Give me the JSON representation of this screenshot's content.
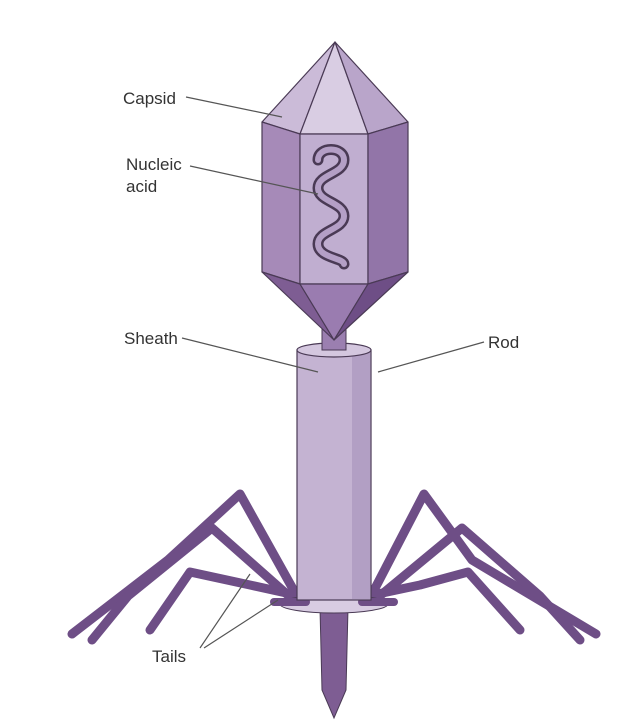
{
  "labels": {
    "capsid": "Capsid",
    "nucleic_line1": "Nucleic",
    "nucleic_line2": "acid",
    "sheath": "Sheath",
    "rod": "Rod",
    "tails": "Tails"
  },
  "colors": {
    "capsid_light": "#cbbbd8",
    "capsid_mid": "#a68ab8",
    "capsid_dark": "#7e5d93",
    "sheath": "#c4b3d2",
    "tail": "#6e4e86",
    "outline": "#4a3a55",
    "leader": "#555555"
  }
}
